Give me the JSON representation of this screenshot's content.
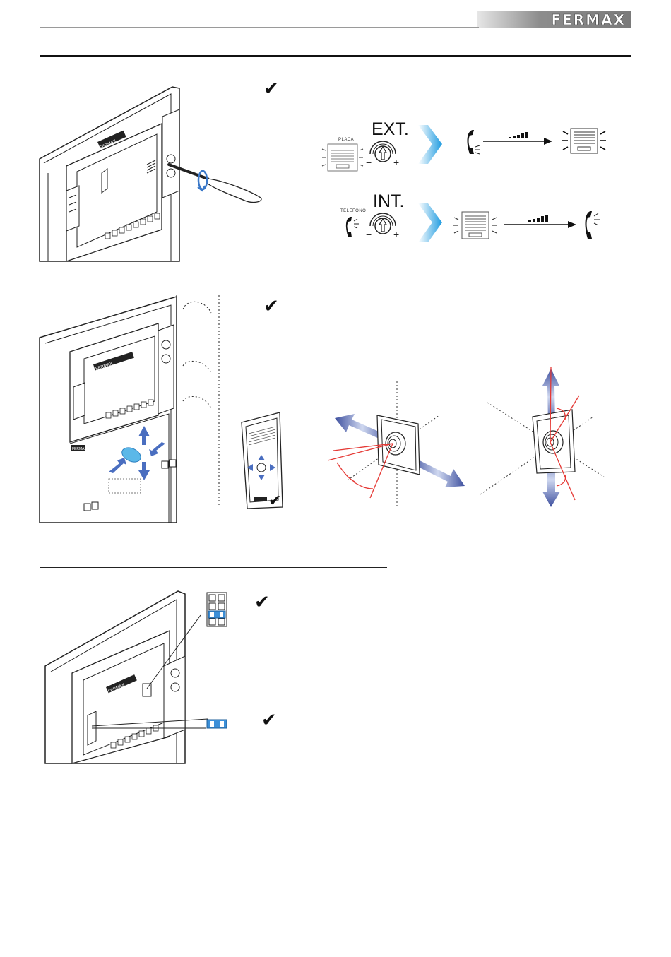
{
  "header": {
    "brand": "FERMAX"
  },
  "volume_section": {
    "ext_label": "EXT.",
    "int_label": "INT.",
    "placa_label": "PLACA",
    "telefono_label": "TELEFONO",
    "minus": "−",
    "plus": "+"
  },
  "device_brand": "FERMAX",
  "checkmark": "✔",
  "colors": {
    "accent_blue": "#3a78c8",
    "arrow_blue": "#4a5fae",
    "angle_red": "#e53935",
    "jumper_blue": "#3b8fd8"
  }
}
